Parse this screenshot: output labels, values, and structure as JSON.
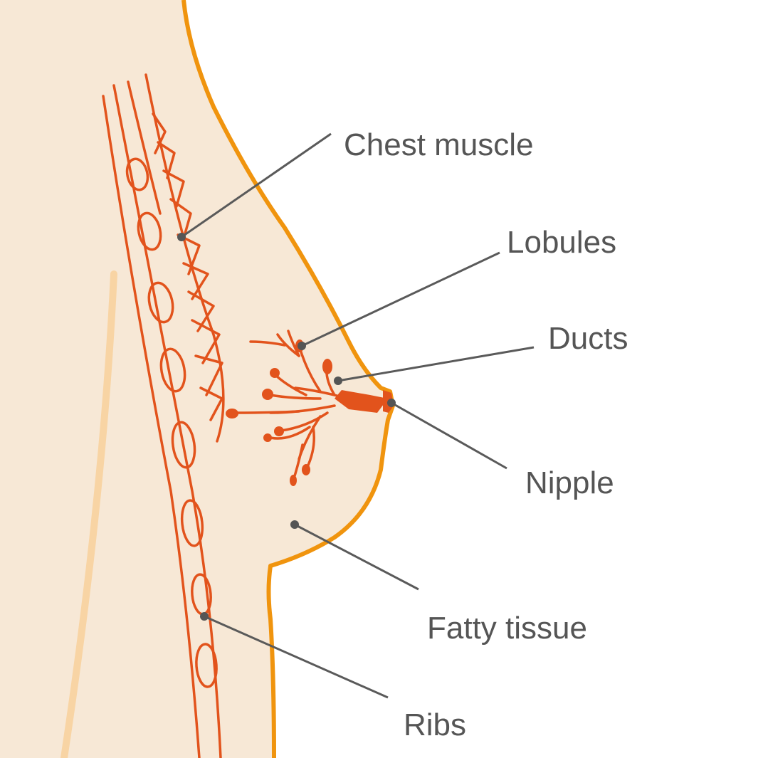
{
  "labels": {
    "chest_muscle": "Chest muscle",
    "lobules": "Lobules",
    "ducts": "Ducts",
    "nipple": "Nipple",
    "fatty_tissue": "Fatty tissue",
    "ribs": "Ribs"
  },
  "colors": {
    "skin": "#f7e8d6",
    "outline": "#f0940e",
    "tissue_lines": "#e2531c",
    "leader_lines": "#5a5a5a",
    "label_text": "#555555",
    "faint_line": "#f8d4a4"
  }
}
